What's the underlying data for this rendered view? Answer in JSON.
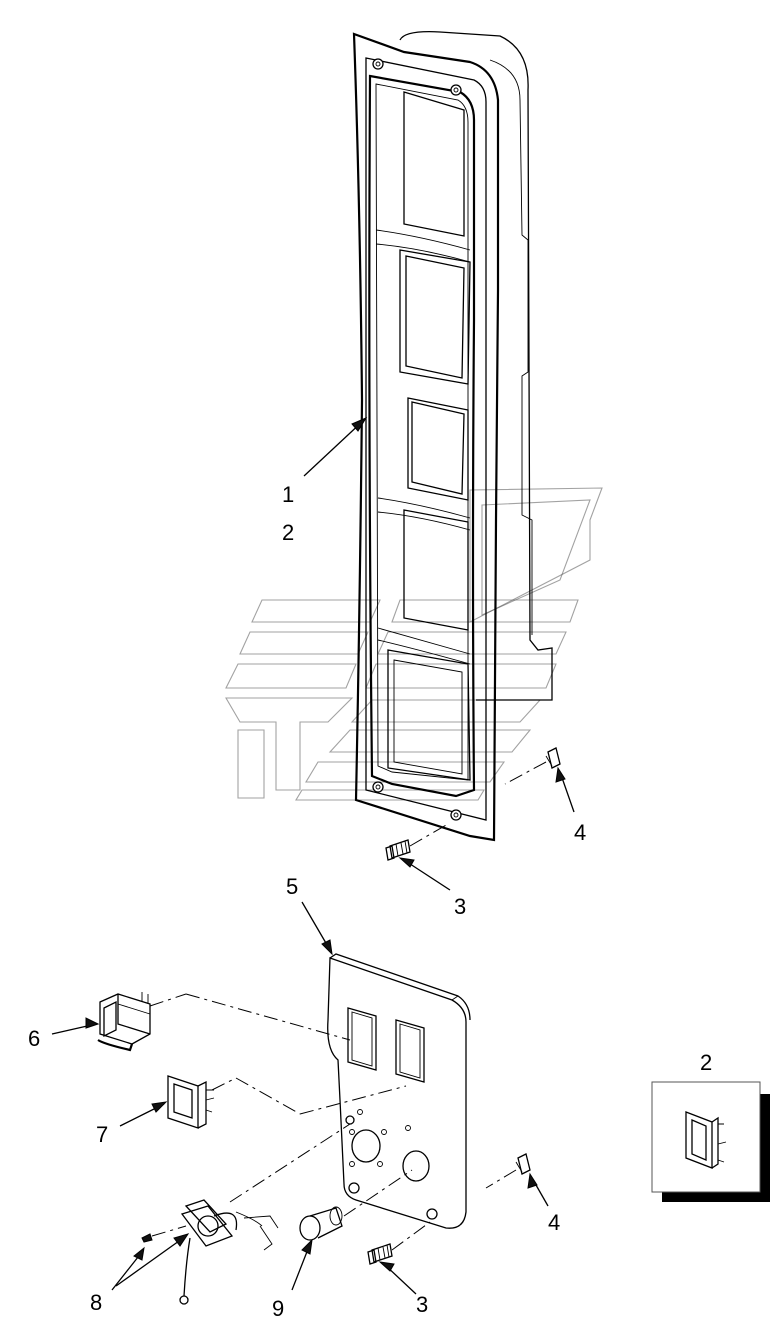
{
  "callouts": {
    "n1": "1",
    "n2": "2",
    "n3a": "3",
    "n4a": "4",
    "n5": "5",
    "n6": "6",
    "n7": "7",
    "n3b": "3",
    "n4b": "4",
    "n8": "8",
    "n9": "9",
    "detail2": "2"
  },
  "colors": {
    "line": "#000000",
    "background": "#ffffff",
    "watermark": "#555555"
  }
}
